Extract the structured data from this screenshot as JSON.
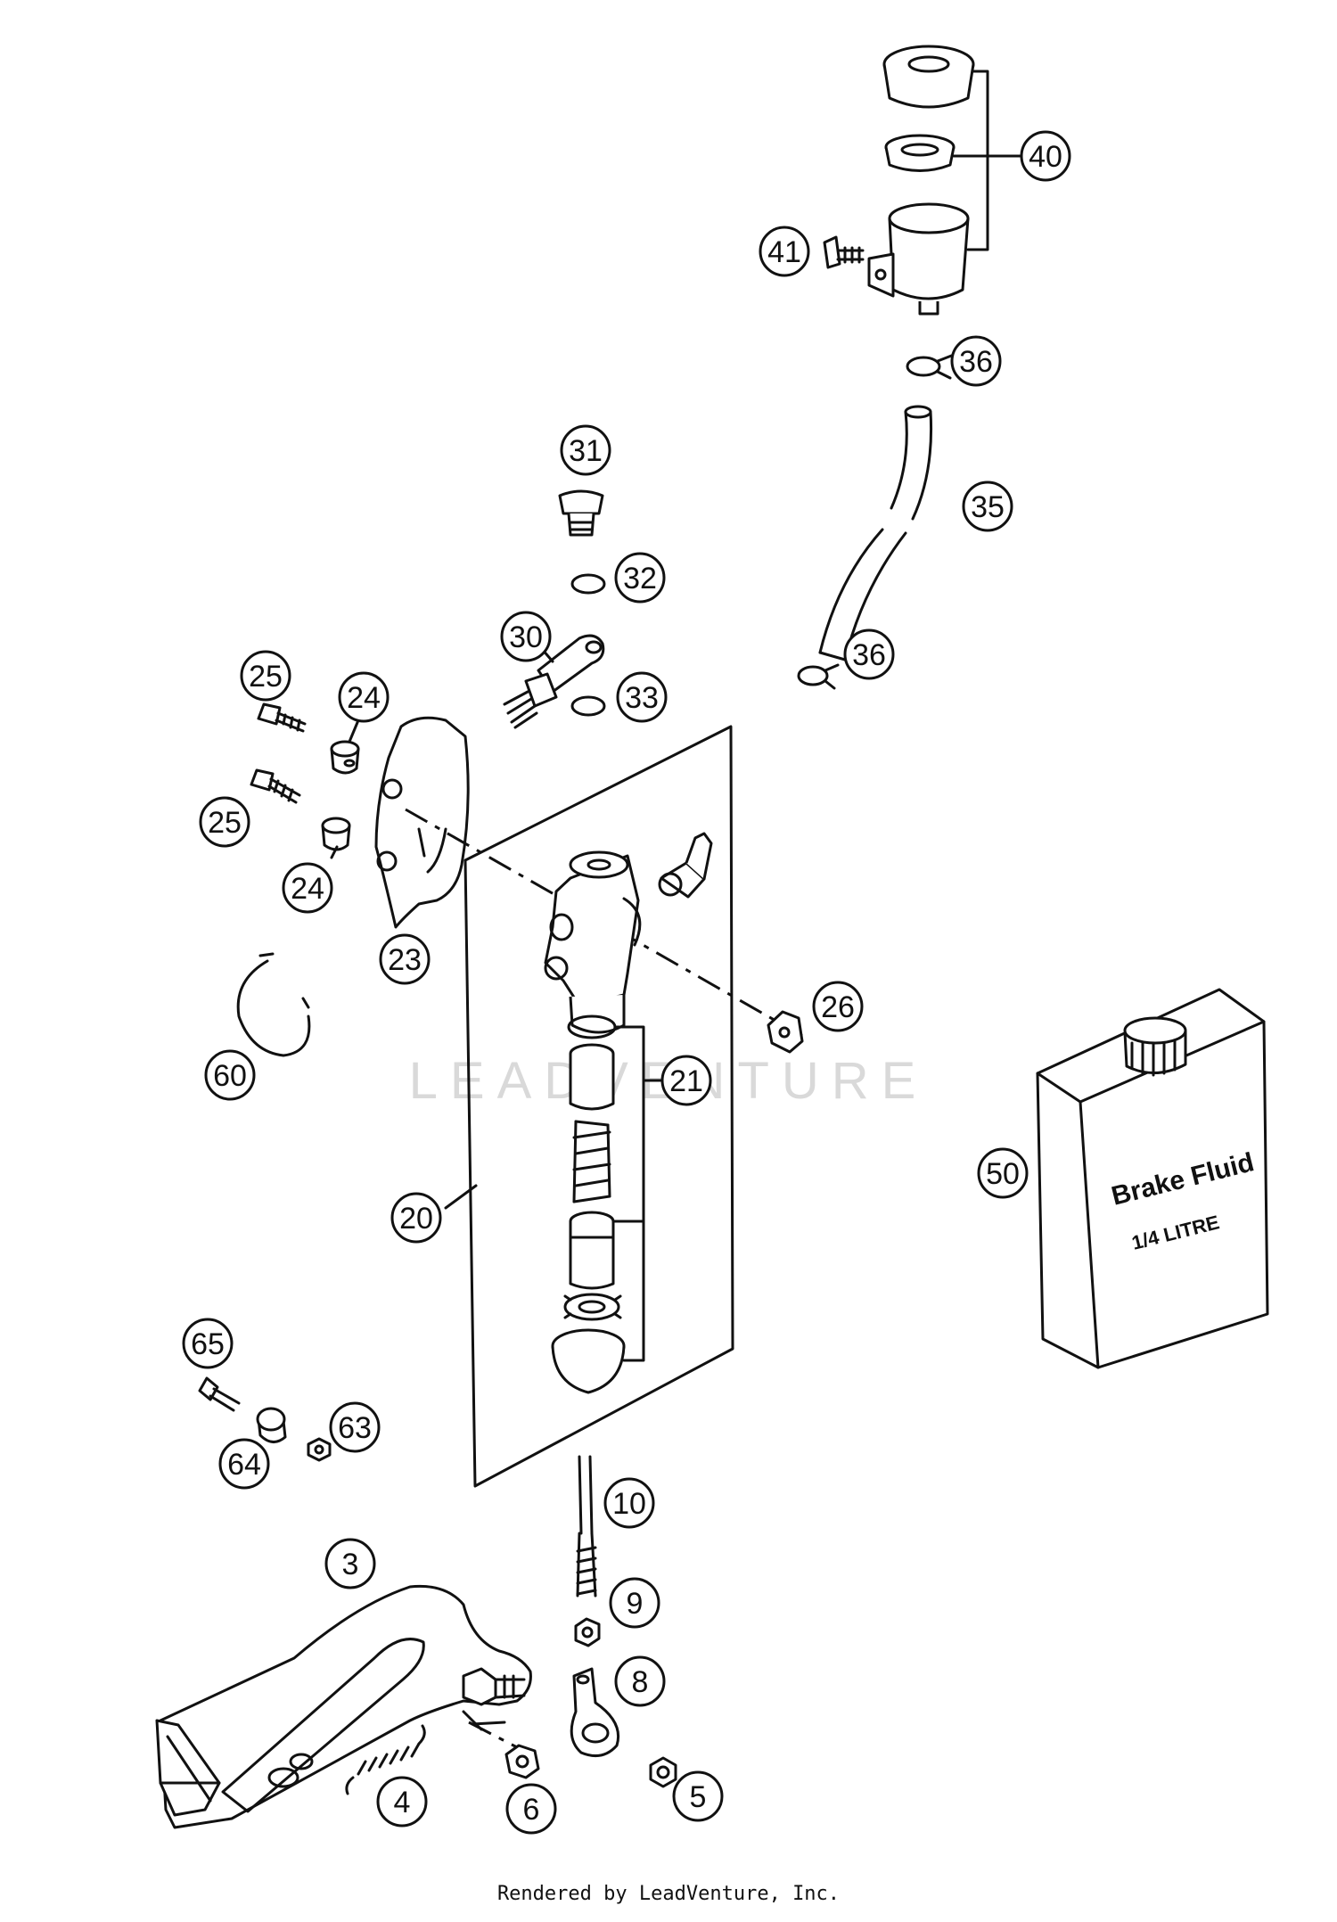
{
  "callouts": [
    "40",
    "41",
    "36",
    "31",
    "35",
    "32",
    "30",
    "33",
    "25",
    "24",
    "25",
    "24",
    "23",
    "26",
    "60",
    "21",
    "20",
    "50",
    "65",
    "63",
    "64",
    "10",
    "3",
    "9",
    "8",
    "4",
    "6",
    "5",
    "36"
  ],
  "can": {
    "line1": "Brake Fluid",
    "line2": "1/4 LITRE"
  },
  "watermark": "LEADVENTURE",
  "footer": "Rendered by LeadVenture, Inc."
}
